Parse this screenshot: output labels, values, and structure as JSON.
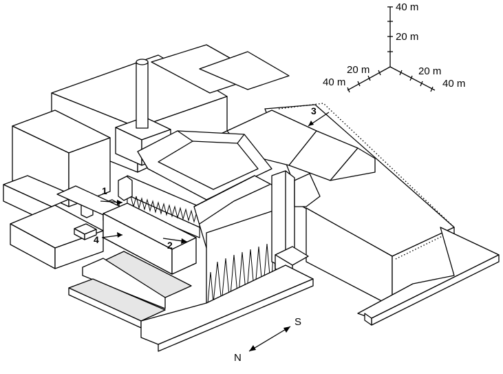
{
  "scale": {
    "vertical": [
      "40 m",
      "20 m"
    ],
    "left": [
      "20 m",
      "40 m"
    ],
    "right": [
      "20 m",
      "40 m"
    ]
  },
  "markers": [
    "1",
    "2",
    "3",
    "4"
  ],
  "compass": {
    "south": "S",
    "north": "N"
  }
}
